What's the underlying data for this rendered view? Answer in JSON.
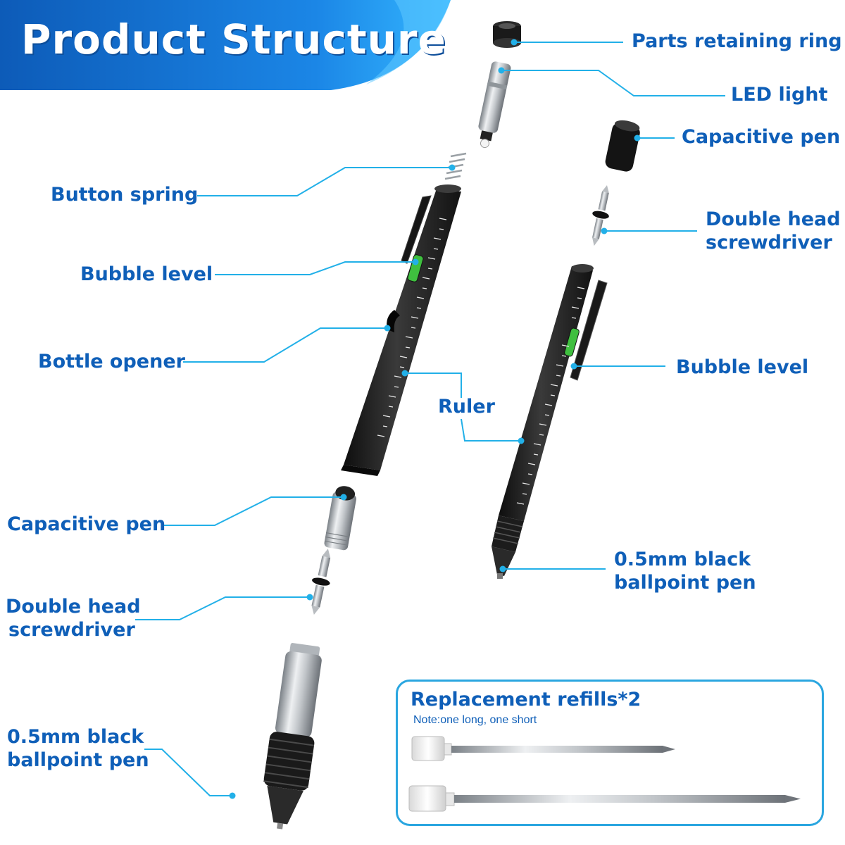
{
  "banner": {
    "title": "Product Structure",
    "colors": {
      "primary": "#1b86e6",
      "dark": "#0d5bb8",
      "light": "#34b6ff"
    }
  },
  "colors": {
    "label_text": "#0f5fb8",
    "leader_line": "#22b0e8",
    "pen_body": "#1c1c1c",
    "metal": "#b9bec3",
    "bubble_vial": "#3fbf3f"
  },
  "labels": {
    "parts_retaining_ring": "Parts retaining ring",
    "led_light": "LED light",
    "capacitive_pen_right": "Capacitive pen",
    "button_spring": "Button spring",
    "double_head_right_line1": "Double head",
    "double_head_right_line2": "screwdriver",
    "bubble_level_left": "Bubble level",
    "bottle_opener": "Bottle opener",
    "bubble_level_right": "Bubble level",
    "ruler": "Ruler",
    "capacitive_pen_left": "Capacitive pen",
    "ballpoint_right_line1": "0.5mm black",
    "ballpoint_right_line2": "ballpoint pen",
    "double_head_left_line1": "Double head",
    "double_head_left_line2": "screwdriver",
    "ballpoint_left_line1": "0.5mm black",
    "ballpoint_left_line2": "ballpoint pen"
  },
  "refills": {
    "title": "Replacement refills*2",
    "note": "Note:one long, one short",
    "count": 2
  }
}
